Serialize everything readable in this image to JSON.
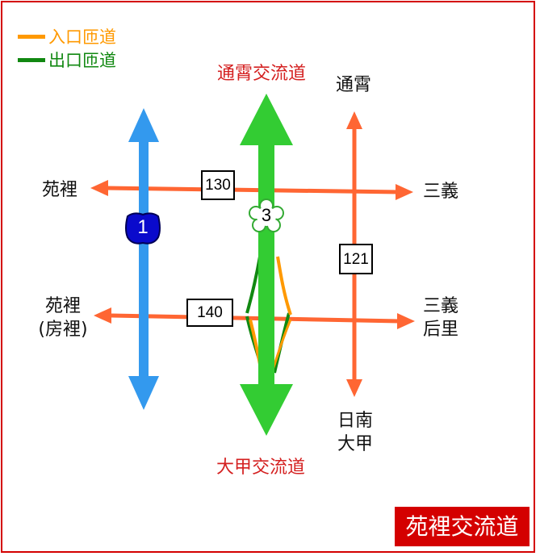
{
  "legend": {
    "entrance": {
      "label": "入口匝道",
      "color": "#ff9900"
    },
    "exit": {
      "label": "出口匝道",
      "color": "#118811"
    }
  },
  "routes": {
    "freeway1": {
      "number": "1",
      "color": "#3399ee"
    },
    "freeway3": {
      "number": "3",
      "color": "#33cc33"
    },
    "road130": {
      "number": "130"
    },
    "road140": {
      "number": "140"
    },
    "road121": {
      "number": "121"
    },
    "road_color": "#ff6633"
  },
  "destinations": {
    "top_f3": "通霄交流道",
    "bottom_f3": "大甲交流道",
    "top_121": "通霄",
    "bottom_121_line1": "日南",
    "bottom_121_line2": "大甲",
    "west_130": "苑裡",
    "east_130": "三義",
    "west_140_line1": "苑裡",
    "west_140_line2": "(房裡)",
    "east_140_line1": "三義",
    "east_140_line2": "后里"
  },
  "title": "苑裡交流道",
  "colors": {
    "frame": "#d40000",
    "destination_red": "#d42020"
  }
}
